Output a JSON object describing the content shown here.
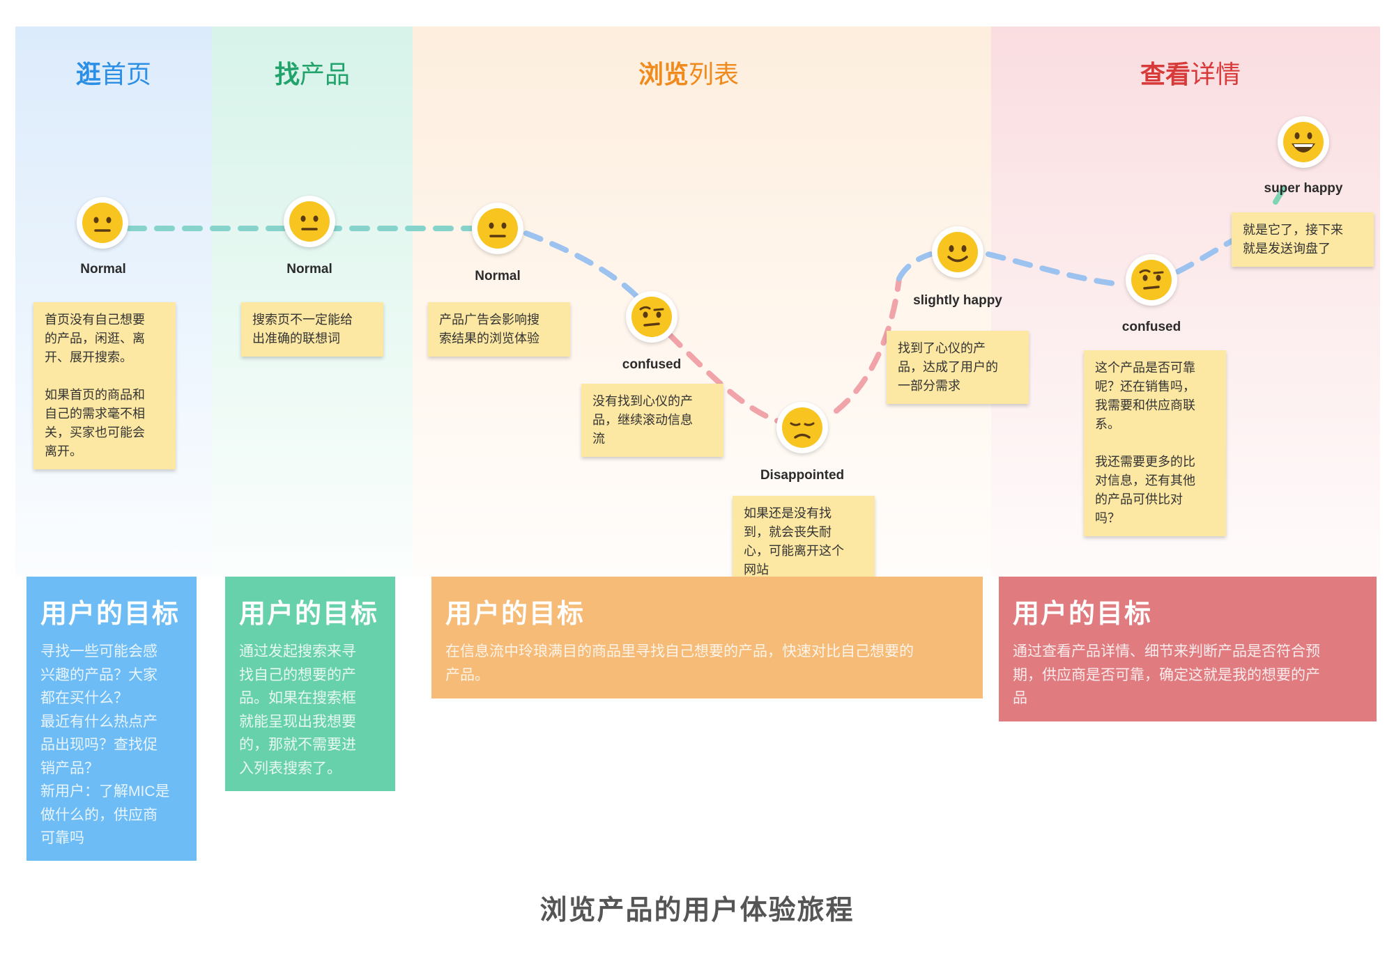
{
  "stages": [
    {
      "bold": "逛",
      "rest": "首页",
      "color": "#2c8fe6"
    },
    {
      "bold": "找",
      "rest": "产品",
      "color": "#22a36c"
    },
    {
      "bold": "浏览",
      "rest": "列表",
      "color": "#f08a1c"
    },
    {
      "bold": "查看",
      "rest": "详情",
      "color": "#d83a3a"
    }
  ],
  "emotions": [
    {
      "label": "Normal",
      "mood": "neutral"
    },
    {
      "label": "Normal",
      "mood": "neutral"
    },
    {
      "label": "Normal",
      "mood": "neutral"
    },
    {
      "label": "confused",
      "mood": "confused"
    },
    {
      "label": "Disappointed",
      "mood": "sad"
    },
    {
      "label": "slightly happy",
      "mood": "smile"
    },
    {
      "label": "confused",
      "mood": "confused"
    },
    {
      "label": "super happy",
      "mood": "grin"
    }
  ],
  "notes": [
    "首页没有自己想要\n的产品，闲逛、离\n开、展开搜索。\n\n如果首页的商品和\n自己的需求毫不相\n关，买家也可能会\n离开。",
    "搜索页不一定能给\n出准确的联想词",
    "产品广告会影响搜\n索结果的浏览体验",
    "没有找到心仪的产\n品，继续滚动信息\n流",
    "如果还是没有找\n到，就会丧失耐\n心，可能离开这个\n网站",
    "找到了心仪的产\n品，达成了用户的\n一部分需求",
    "这个产品是否可靠\n呢？还在销售吗，\n我需要和供应商联\n系。\n\n我还需要更多的比\n对信息，还有其他\n的产品可供比对\n吗？",
    "就是它了，接下来\n就是发送询盘了"
  ],
  "goals": [
    {
      "title": "用户的目标",
      "text": "寻找一些可能会感\n兴趣的产品？大家\n都在买什么？\n最近有什么热点产\n品出现吗？查找促\n销产品？\n新用户：了解MIC是\n做什么的，供应商\n可靠吗",
      "color": "#6dbcf5"
    },
    {
      "title": "用户的目标",
      "text": "通过发起搜索来寻\n找自己的想要的产\n品。如果在搜索框\n就能呈现出我想要\n的，那就不需要进\n入列表搜索了。",
      "color": "#66d1aa"
    },
    {
      "title": "用户的目标",
      "text": "在信息流中玲琅满目的商品里寻找自己想要的产品，快速对比自己想要的\n产品。",
      "color": "#f5bb77"
    },
    {
      "title": "用户的目标",
      "text": "通过查看产品详情、细节来判断产品是否符合预\n期，供应商是否可靠，确定这就是我的想要的产\n品",
      "color": "#e07b7f"
    }
  ],
  "caption": "浏览产品的用户体验旅程",
  "colors": {
    "segment_teal": "#86d3cc",
    "segment_blue": "#9cc2ef",
    "segment_pink": "#f0a3a8",
    "segment_mint": "#7ed4b4",
    "face": "#f8c41f"
  }
}
